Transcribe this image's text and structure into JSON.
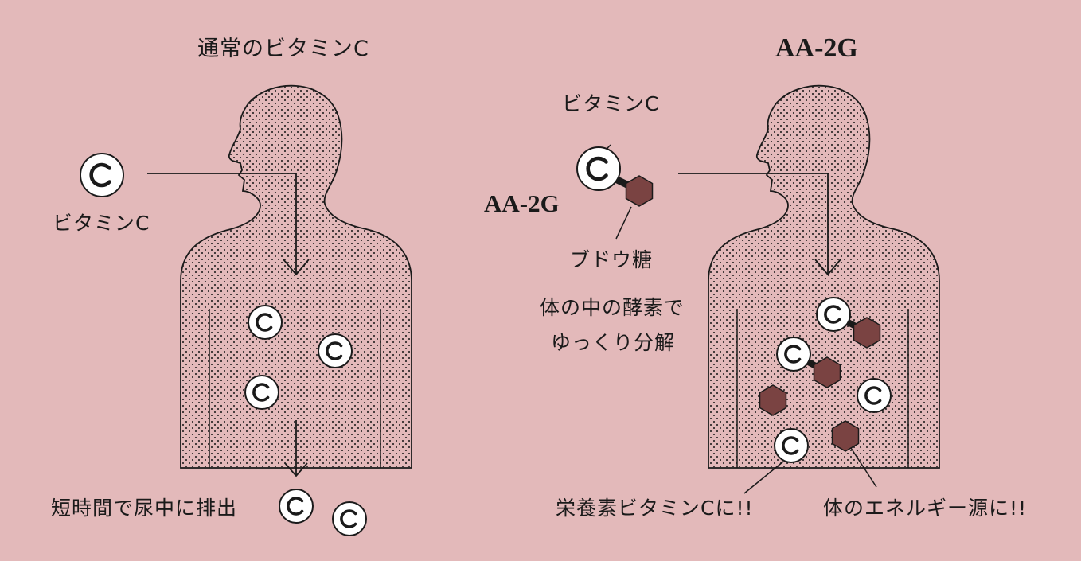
{
  "left": {
    "title": "通常のビタミンC",
    "vitamin_label": "ビタミンC",
    "excrete_label": "短時間で尿中に排出",
    "c_symbol": "C"
  },
  "right": {
    "title": "AA-2G",
    "vitamin_label": "ビタミンC",
    "aa2g_label": "AA-2G",
    "glucose_label": "ブドウ糖",
    "enzyme_line1": "体の中の酵素で",
    "enzyme_line2": "ゆっくり分解",
    "nutrient_label": "栄養素ビタミンCに!!",
    "energy_label": "体のエネルギー源に!!"
  },
  "colors": {
    "background": "#e3b9ba",
    "hexagon": "#7a4342",
    "stroke": "#1a1a1a",
    "circle_fill": "#ffffff"
  }
}
